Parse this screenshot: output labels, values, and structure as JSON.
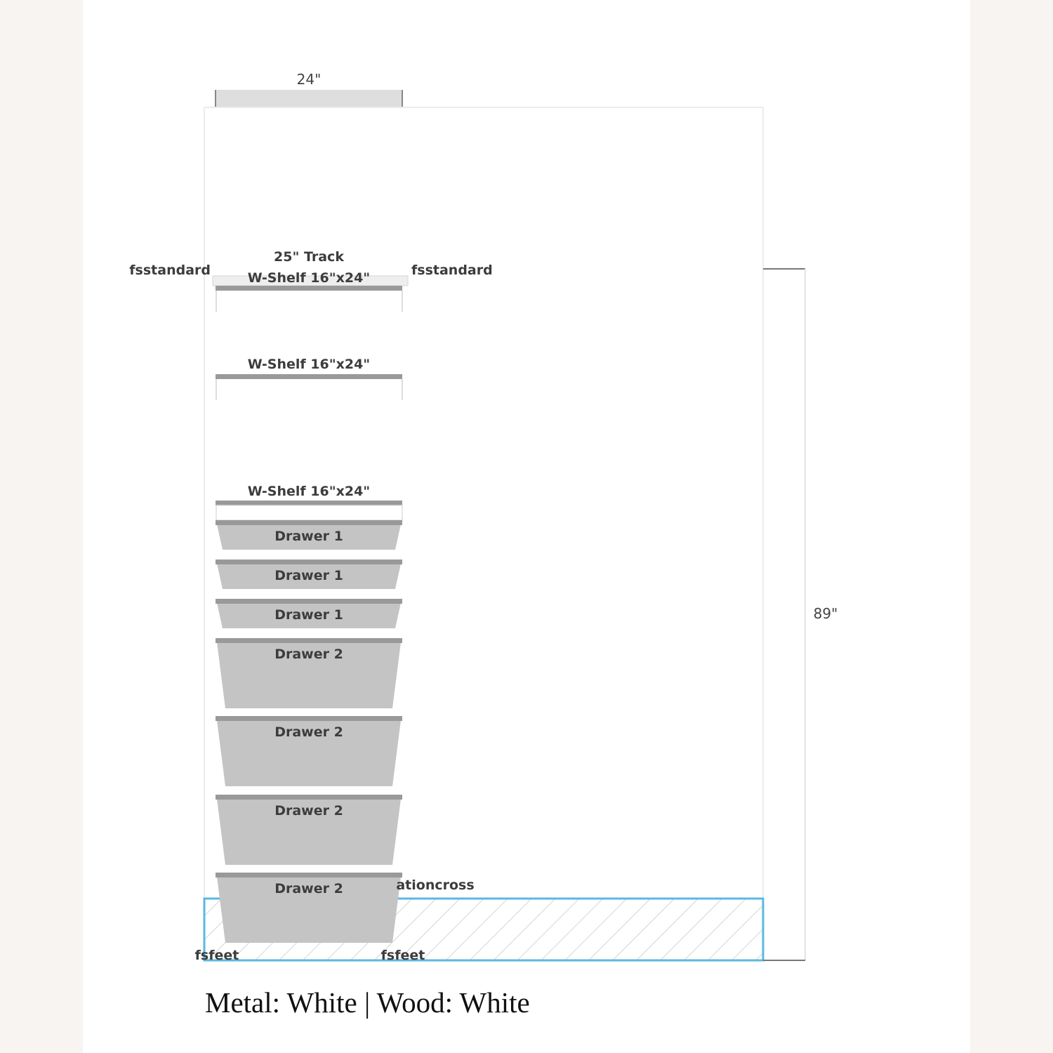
{
  "dimensions": {
    "width_label": "24\"",
    "height_label": "89\""
  },
  "track": {
    "label": "25\" Track",
    "left_label": "fsstandard",
    "right_label": "fsstandard"
  },
  "shelves": [
    {
      "label": "W-Shelf 16\"x24\""
    },
    {
      "label": "W-Shelf 16\"x24\""
    },
    {
      "label": "W-Shelf 16\"x24\""
    }
  ],
  "drawers": [
    {
      "label": "Drawer 1",
      "size": "small"
    },
    {
      "label": "Drawer 1",
      "size": "small"
    },
    {
      "label": "Drawer 1",
      "size": "small"
    },
    {
      "label": "Drawer 2",
      "size": "large"
    },
    {
      "label": "Drawer 2",
      "size": "large"
    },
    {
      "label": "Drawer 2",
      "size": "large"
    },
    {
      "label": "Drawer 2",
      "size": "large"
    }
  ],
  "base": {
    "label": "ationcross",
    "left_foot": "fsfeet",
    "right_foot": "fsfeet",
    "outline_color": "#5bb8e0"
  },
  "caption": "Metal: White | Wood: White"
}
